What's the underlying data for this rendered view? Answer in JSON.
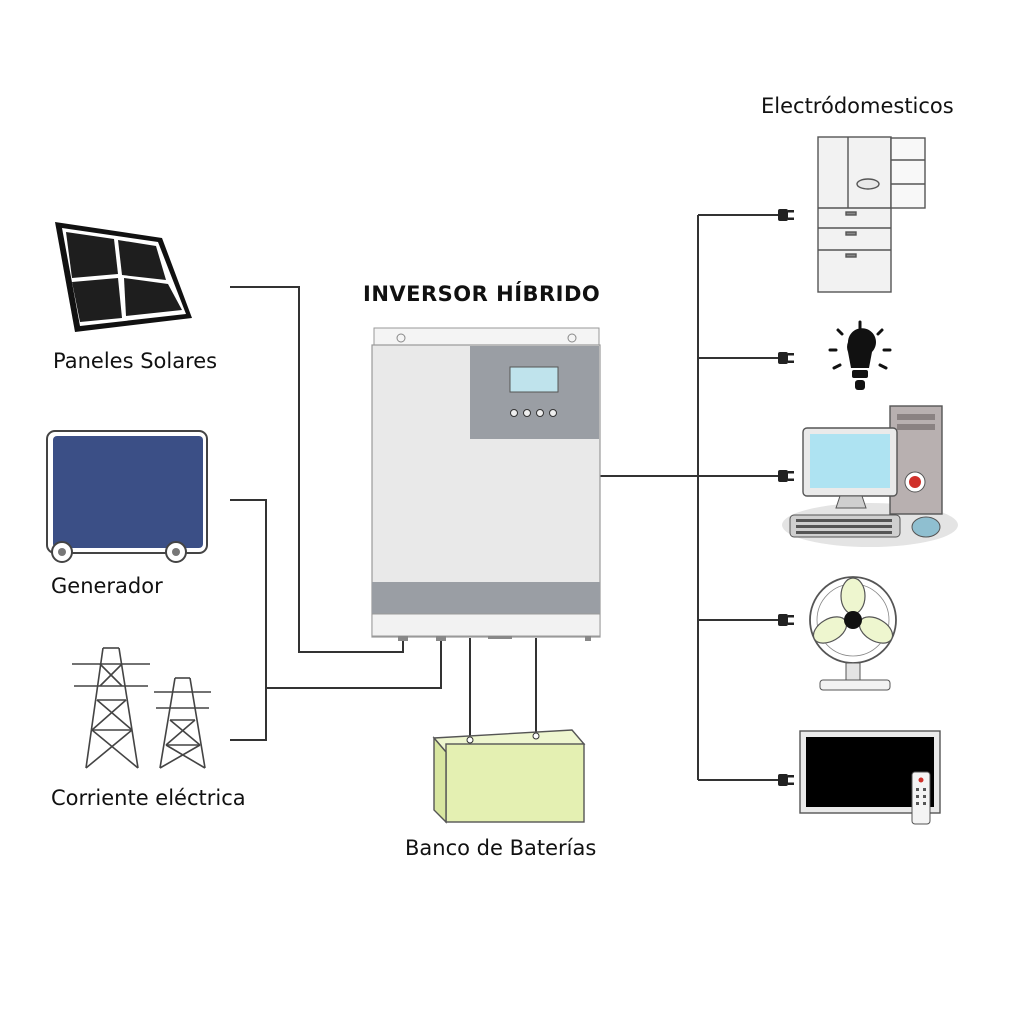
{
  "title": "INVERSOR HÍBRIDO",
  "sources": {
    "solar": "Paneles Solares",
    "generator": "Generador",
    "grid": "Corriente eléctrica"
  },
  "battery": "Banco de Baterías",
  "loads": {
    "heading": "Electródomesticos",
    "items": [
      "refrigerator-icon",
      "light-bulb-icon",
      "computer-icon",
      "fan-icon",
      "television-icon"
    ]
  },
  "colors": {
    "line": "#333333",
    "inverter_body": "#e9e9e9",
    "inverter_panel": "#9a9ea4",
    "screen": "#bfe3ec",
    "generator": "#3b4f86",
    "battery": "#e4f0b2",
    "solar_cell": "#1e1e1e",
    "tv_screen": "#000000",
    "monitor_screen": "#aee3f2"
  }
}
